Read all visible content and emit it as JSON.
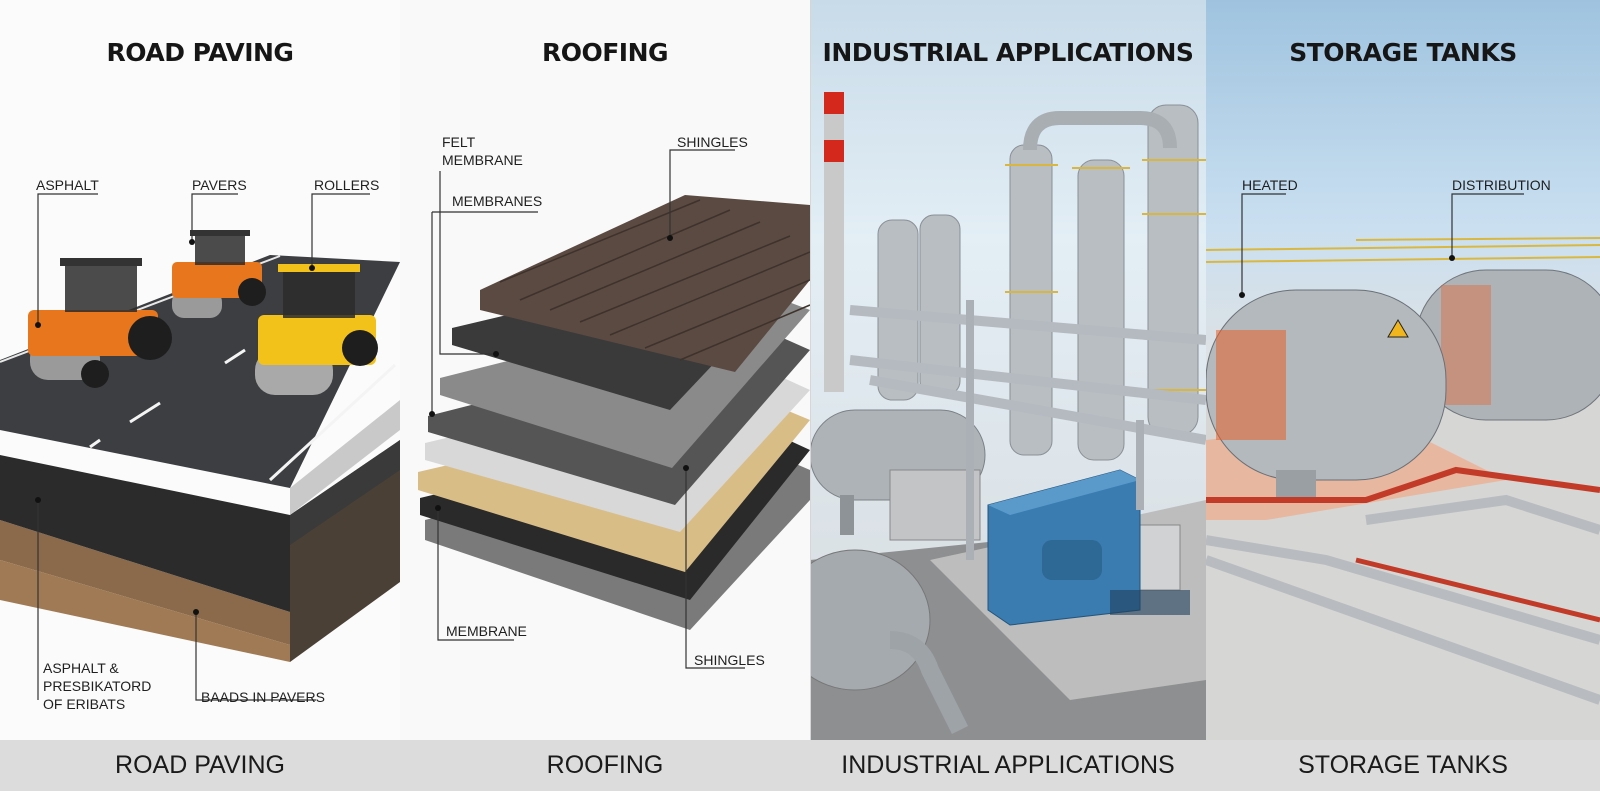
{
  "panels": [
    {
      "title": "ROAD PAVING",
      "callouts": [
        "ASPHALT",
        "PAVERS",
        "ROLLERS",
        "ASPHALT &",
        "PRESBIKATORD",
        "OF ERIBATS",
        "BAADS IN PAVERS"
      ]
    },
    {
      "title": "ROOFING",
      "callouts": [
        "FELT",
        "MEMBRANE",
        "SHINGLES",
        "MEMBRANES",
        "MEMBRANE",
        "SHINGLES"
      ]
    },
    {
      "title": "INDUSTRIAL APPLICATIONS",
      "callouts": []
    },
    {
      "title": "STORAGE TANKS",
      "callouts": [
        "HEATED",
        "DISTRIBUTION"
      ]
    }
  ],
  "footer": [
    "ROAD PAVING",
    "ROOFING",
    "INDUSTRIAL APPLICATIONS",
    "STORAGE TANKS"
  ],
  "colors": {
    "roller_orange": "#e8761c",
    "roller_yellow": "#f2c21a",
    "asphalt": "#3c3e41",
    "shingle": "#5b4a42",
    "steel": "#b9bec3",
    "pump_blue": "#3a7cb0",
    "heat_red": "#d8422a",
    "footer_bg": "#dcdcdc"
  }
}
